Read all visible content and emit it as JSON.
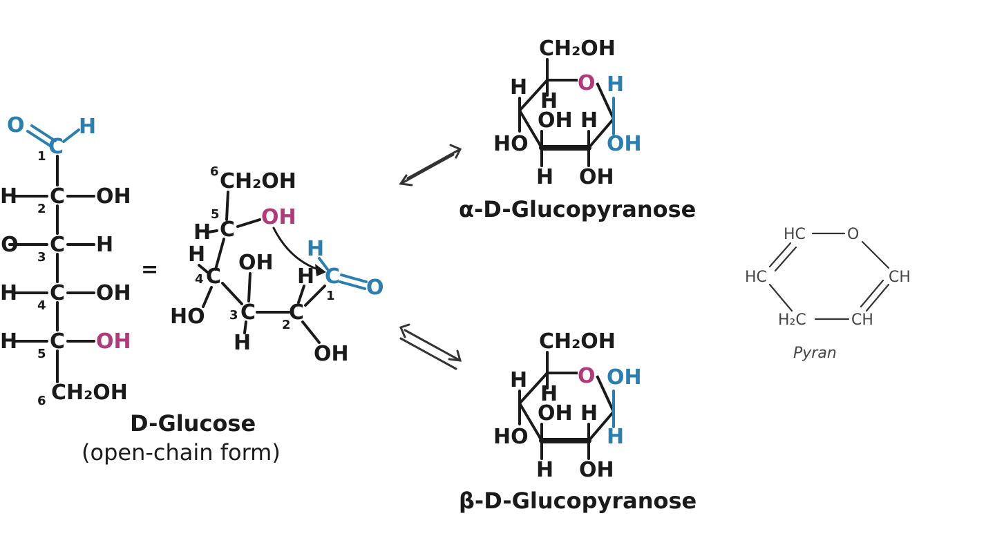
{
  "open_chain": {
    "aldehyde_o": "O",
    "aldehyde_h": "H",
    "carbon": "C",
    "c1_num": "1",
    "c2_num": "2",
    "c3_num": "3",
    "c4_num": "4",
    "c5_num": "5",
    "c6_num": "6",
    "c2_left": "H",
    "c2_right": "OH",
    "c3_left": "HO",
    "c3_right": "H",
    "c4_left": "H",
    "c4_right": "OH",
    "c5_left": "H",
    "c5_right": "OH",
    "c6_group": "CH₂OH",
    "name": "D-Glucose",
    "form": "(open-chain form)"
  },
  "equals_sign": "=",
  "bent_chain": {
    "c6_sup": "6",
    "ch2oh": "CH₂OH",
    "c5_num": "5",
    "c5_h": "H",
    "c5_c": "C",
    "c5_oh": "OH",
    "c4_h": "H",
    "c4_num": "4",
    "c4_c": "C",
    "c4_ho": "HO",
    "c3_oh": "OH",
    "c3_num": "3",
    "c3_c": "C",
    "c3_h": "H",
    "c2_h": "H",
    "c2_c": "C",
    "c2_num": "2",
    "c2_oh": "OH",
    "c1_h": "H",
    "c1_c": "C",
    "c1_o": "O",
    "c1_num": "1"
  },
  "alpha": {
    "ch2oh": "CH₂OH",
    "ring_o": "O",
    "anomeric_top": "H",
    "anomeric_bottom": "OH",
    "c5_h": "H",
    "c4_h_in": "H",
    "c4_ho": "HO",
    "c3_oh_in": "OH",
    "c2_h_in": "H",
    "c3_h": "H",
    "c2_oh": "OH",
    "name": "α-D-Glucopyranose"
  },
  "beta": {
    "ch2oh": "CH₂OH",
    "ring_o": "O",
    "anomeric_top": "OH",
    "anomeric_bottom": "H",
    "c5_h": "H",
    "c4_h_in": "H",
    "c4_ho": "HO",
    "c3_oh_in": "OH",
    "c2_h_in": "H",
    "c3_h": "H",
    "c2_oh": "OH",
    "name": "β-D-Glucopyranose"
  },
  "pyran": {
    "hc_top": "HC",
    "o": "O",
    "hc_left": "HC",
    "ch_right": "CH",
    "h2c": "H₂C",
    "ch_bottom": "CH",
    "name": "Pyran"
  },
  "colors": {
    "black": "#1a1a1a",
    "blue": "#2a7fb0",
    "magenta": "#b03a78"
  }
}
